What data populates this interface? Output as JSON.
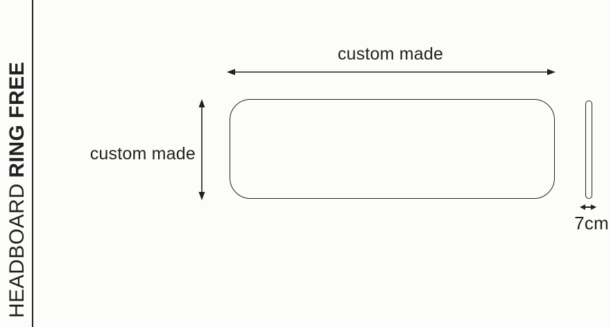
{
  "sidebar": {
    "product_category": "HEADBOARD",
    "product_name": "RING FREE"
  },
  "diagram": {
    "front_view": {
      "width_label": "custom made",
      "height_label": "custom made"
    },
    "side_view": {
      "depth_label": "7cm"
    }
  },
  "colors": {
    "line": "#231f20",
    "background": "#fcfcfa"
  }
}
